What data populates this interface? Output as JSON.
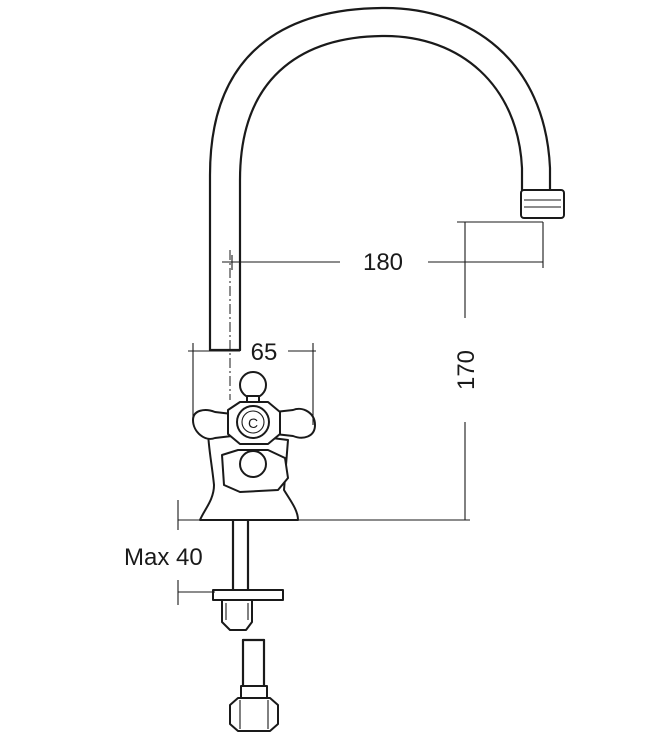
{
  "dimensions": {
    "spout_reach": "180",
    "height": "170",
    "body_width": "65",
    "max_thickness": "Max 40"
  },
  "logo": {
    "letter": "C"
  },
  "colors": {
    "line": "#1a1a1a",
    "background": "#ffffff"
  }
}
